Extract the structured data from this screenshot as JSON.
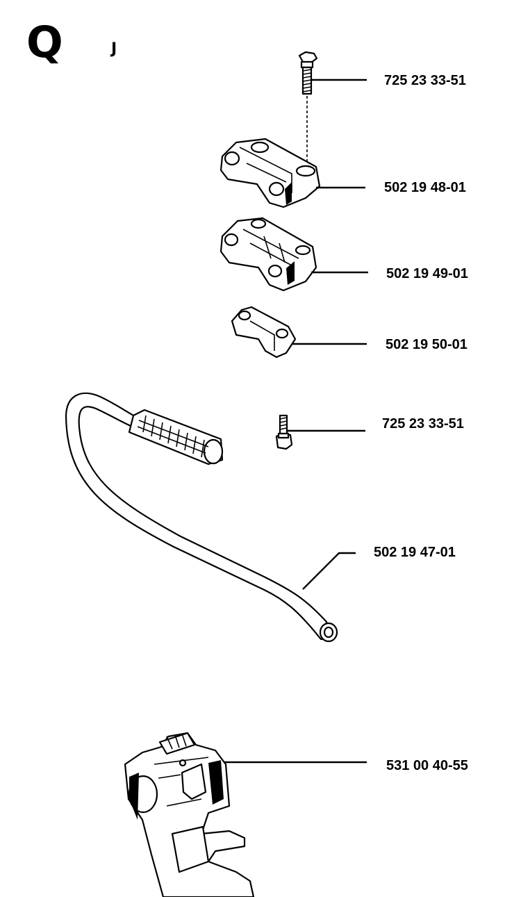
{
  "header": {
    "section": "Q",
    "subsection": "J"
  },
  "callouts": [
    {
      "part_number": "725 23 33-51",
      "name": "top-bolt"
    },
    {
      "part_number": "502 19 48-01",
      "name": "upper-clamp"
    },
    {
      "part_number": "502 19 49-01",
      "name": "middle-clamp"
    },
    {
      "part_number": "502 19 50-01",
      "name": "lower-clamp"
    },
    {
      "part_number": "725 23 33-51",
      "name": "side-bolt"
    },
    {
      "part_number": "502 19 47-01",
      "name": "handle-bar"
    },
    {
      "part_number": "531 00 40-55",
      "name": "throttle-handle"
    }
  ]
}
